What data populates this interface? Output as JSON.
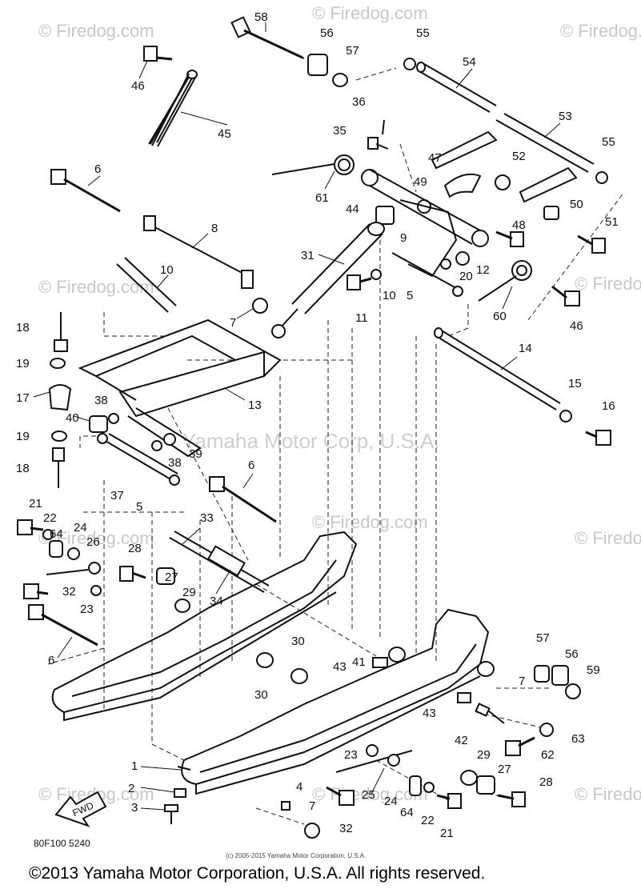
{
  "watermarks": {
    "site": "© Firedog.com",
    "center": "Yamaha Motor Corp, U.S.A."
  },
  "diagram_code": "80F100 5240",
  "small_copyright": "(c) 2005-2015 Yamaha Motor Corporation, U.S.A.",
  "copyright": "©2013 Yamaha Motor Corporation, U.S.A. All rights reserved.",
  "fwd_label": "FWD",
  "callouts": [
    "58",
    "56",
    "55",
    "46",
    "57",
    "54",
    "45",
    "36",
    "35",
    "53",
    "47",
    "52",
    "55",
    "6",
    "61",
    "49",
    "44",
    "50",
    "8",
    "9",
    "51",
    "48",
    "31",
    "12",
    "10",
    "20",
    "10",
    "5",
    "11",
    "60",
    "7",
    "46",
    "18",
    "13",
    "14",
    "19",
    "15",
    "17",
    "38",
    "16",
    "40",
    "39",
    "19",
    "38",
    "37",
    "5",
    "6",
    "18",
    "33",
    "21",
    "22",
    "64",
    "24",
    "26",
    "28",
    "27",
    "29",
    "32",
    "34",
    "23",
    "6",
    "30",
    "43",
    "57",
    "56",
    "41",
    "30",
    "59",
    "7",
    "43",
    "42",
    "63",
    "62",
    "23",
    "29",
    "27",
    "1",
    "28",
    "25",
    "2",
    "4",
    "24",
    "64",
    "22",
    "21",
    "3",
    "7",
    "32"
  ]
}
